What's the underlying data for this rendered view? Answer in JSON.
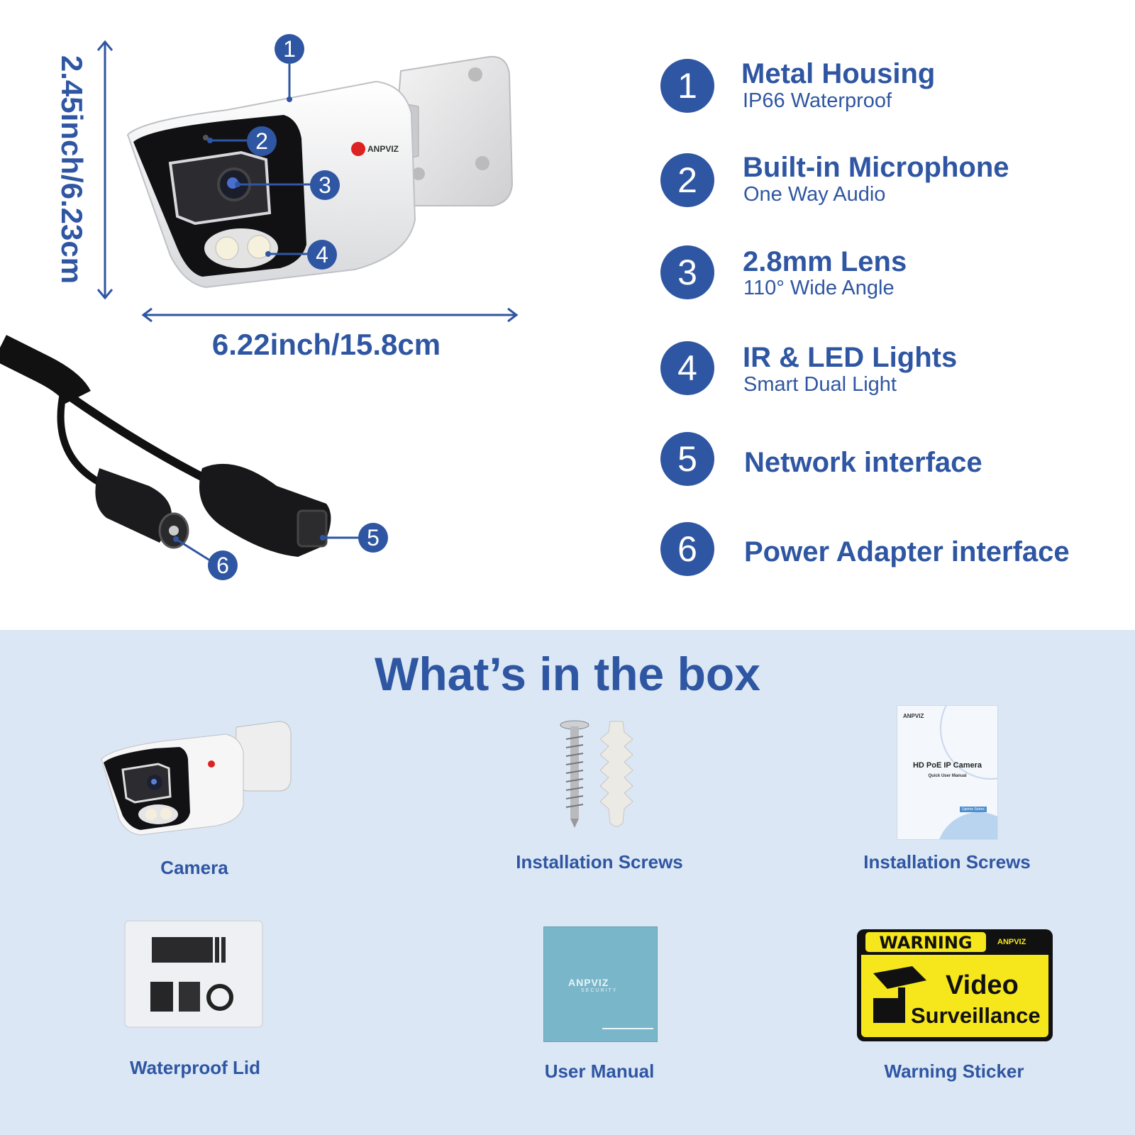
{
  "dimensions": {
    "height": "2.45inch/6.23cm",
    "width": "6.22inch/15.8cm"
  },
  "callouts": [
    "1",
    "2",
    "3",
    "4",
    "5",
    "6"
  ],
  "features": [
    {
      "num": "1",
      "title": "Metal Housing",
      "subtitle": "IP66 Waterproof"
    },
    {
      "num": "2",
      "title": "Built-in Microphone",
      "subtitle": "One Way Audio"
    },
    {
      "num": "3",
      "title": "2.8mm Lens",
      "subtitle": "110° Wide Angle"
    },
    {
      "num": "4",
      "title": "IR & LED Lights",
      "subtitle": "Smart Dual Light"
    },
    {
      "num": "5",
      "title": "Network interface",
      "subtitle": ""
    },
    {
      "num": "6",
      "title": "Power Adapter interface",
      "subtitle": ""
    }
  ],
  "box": {
    "title": "What’s in the box",
    "items": [
      {
        "label": "Camera",
        "icon": "camera-icon"
      },
      {
        "label": "Installation Screws",
        "icon": "screws-icon"
      },
      {
        "label": "Installation Screws",
        "icon": "manual-booklet-icon"
      },
      {
        "label": "Waterproof Lid",
        "icon": "waterproof-lid-icon"
      },
      {
        "label": "User Manual",
        "icon": "user-manual-icon"
      },
      {
        "label": "Warning Sticker",
        "icon": "warning-sticker-icon"
      }
    ]
  },
  "brand": {
    "name": "ANPVIZ",
    "tagline": "SECURITY"
  },
  "manual_cover": {
    "title": "HD PoE IP Camera",
    "subtitle": "Quick User Manual",
    "series": "Uprime Series"
  },
  "sticker": {
    "warning": "WARNING",
    "line1": "Video",
    "line2": "Surveillance"
  },
  "colors": {
    "accent": "#2f56a2",
    "box_bg": "#dbe7f5",
    "sticker_yellow": "#f6e71c"
  }
}
